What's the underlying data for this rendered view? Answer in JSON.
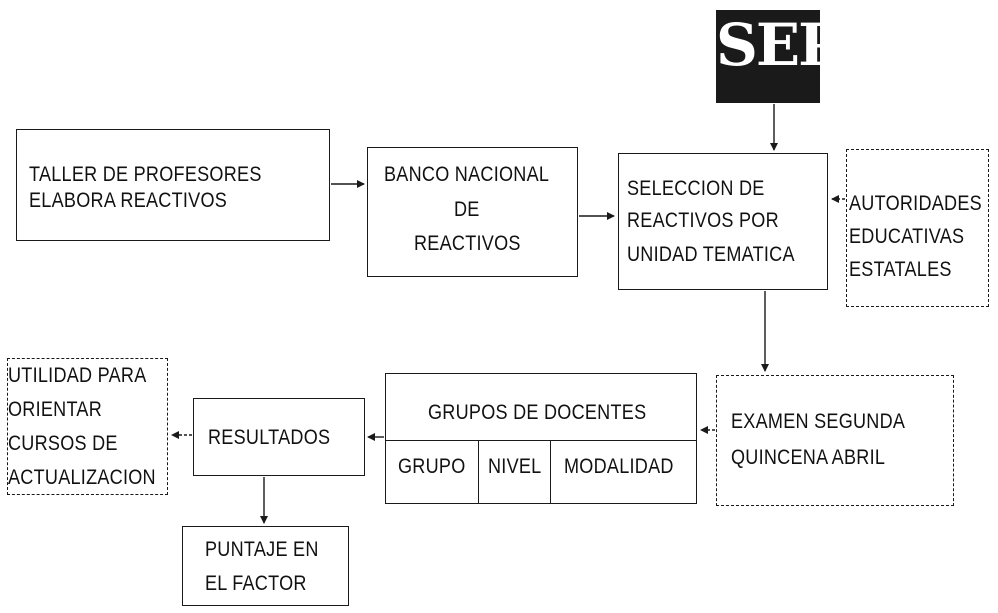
{
  "logo": {
    "text": "SEP"
  },
  "nodes": {
    "taller": [
      "TALLER DE PROFESORES",
      "ELABORA REACTIVOS"
    ],
    "banco": [
      "BANCO NACIONAL",
      "DE",
      "REACTIVOS"
    ],
    "seleccion": [
      "SELECCION DE",
      "REACTIVOS POR",
      "UNIDAD TEMATICA"
    ],
    "autoridades": [
      "AUTORIDADES",
      "EDUCATIVAS",
      "ESTATALES"
    ],
    "examen": [
      "EXAMEN SEGUNDA",
      "QUINCENA ABRIL"
    ],
    "grupos": {
      "title": "GRUPOS DE DOCENTES",
      "cells": [
        "GRUPO",
        "NIVEL",
        "MODALIDAD"
      ]
    },
    "resultados": [
      "RESULTADOS"
    ],
    "utilidad": [
      "UTILIDAD PARA",
      "ORIENTAR",
      "CURSOS DE",
      "ACTUALIZACION"
    ],
    "puntaje": [
      "PUNTAJE EN",
      "EL FACTOR"
    ]
  }
}
